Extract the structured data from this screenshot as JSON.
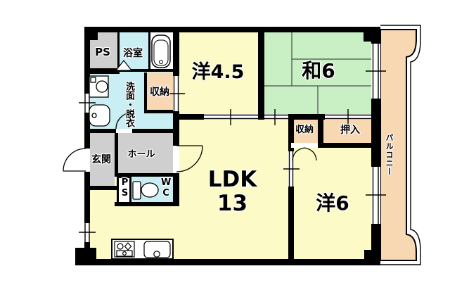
{
  "plan_title": "apartment-floor-plan",
  "rooms": {
    "ps1": "PS",
    "bath": "浴室",
    "western45": "洋4.5",
    "japanese6": "和6",
    "washroom": "洗面・脱衣",
    "storage1": "収納",
    "entrance": "玄関",
    "hall": "ホール",
    "ps2": "PS",
    "wc": "WC",
    "ldk_label": "LDK",
    "ldk_size": "13",
    "storage2": "収納",
    "closet": "押入",
    "western6": "洋6",
    "balcony": "バルコニー"
  },
  "colors": {
    "wall": "#000000",
    "room_yellow": "#fcfac6",
    "tatami_green": "#c9efc5",
    "wet_cyan": "#c9eef3",
    "storage_peach": "#f8d7b3",
    "service_gray": "#cfcfcf",
    "background": "#ffffff"
  },
  "icons": [
    "bathtub-icon",
    "washing-machine-icon",
    "wash-basin-icon",
    "toilet-icon",
    "stove-icon",
    "kitchen-sink-icon",
    "folding-door-icon",
    "door-swing-arc",
    "double-door-arc",
    "window-tick"
  ]
}
